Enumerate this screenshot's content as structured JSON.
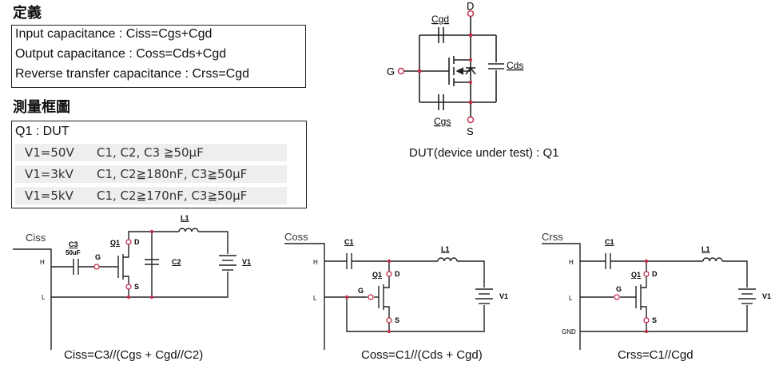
{
  "definitions": {
    "heading": "定義",
    "lines": [
      "Input capacitance : Ciss=Cgs+Cgd",
      "Output capacitance : Coss=Cds+Cgd",
      "Reverse transfer capacitance : Crss=Cgd"
    ]
  },
  "measurement": {
    "heading": "測量框圖",
    "dut_line": "Q1 : DUT",
    "rows": [
      {
        "v": "V1=50V",
        "c": "C1, C2, C3 ≧50μF"
      },
      {
        "v": "V1=3kV",
        "c": "C1, C2≧180nF, C3≧50μF"
      },
      {
        "v": "V1=5kV",
        "c": "C1, C2≧170nF, C3≧50μF"
      }
    ]
  },
  "dut": {
    "caption": "DUT(device under test) : Q1",
    "labels": {
      "d": "D",
      "g": "G",
      "s": "S",
      "cgd": "Cgd",
      "cds": "Cds",
      "cgs": "Cgs"
    }
  },
  "circuits": {
    "ciss": {
      "title": "Ciss",
      "formula": "Ciss=C3//(Cgs + Cgd//C2)",
      "labels": {
        "h": "H",
        "l": "L",
        "c3": "C3",
        "c3_val": "50uF",
        "g": "G",
        "q1": "Q1",
        "d": "D",
        "s": "S",
        "c2": "C2",
        "l1": "L1",
        "v1": "V1"
      }
    },
    "coss": {
      "title": "Coss",
      "formula": "Coss=C1//(Cds + Cgd)",
      "labels": {
        "h": "H",
        "l": "L",
        "c1": "C1",
        "g": "G",
        "q1": "Q1",
        "d": "D",
        "s": "S",
        "l1": "L1",
        "v1": "V1"
      }
    },
    "crss": {
      "title": "Crss",
      "formula": "Crss=C1//Cgd",
      "labels": {
        "h": "H",
        "l": "L",
        "gnd": "GND",
        "c1": "C1",
        "g": "G",
        "q1": "Q1",
        "d": "D",
        "s": "S",
        "l1": "L1",
        "v1": "V1"
      }
    }
  },
  "colors": {
    "wire": "#222222",
    "node": "#c0304a",
    "shade": "#eeeeee"
  }
}
